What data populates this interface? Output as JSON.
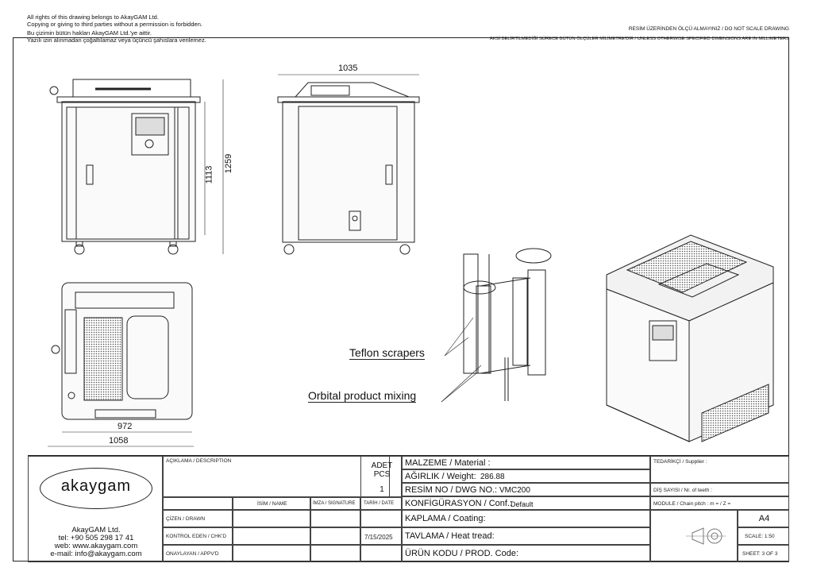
{
  "header": {
    "left_lines": [
      "All rights of this drawing belongs to AkayGAM Ltd.",
      "Copying or giving to third parties without a permission is forbidden.",
      "Bu çizimin bütün hakları AkayGAM Ltd.'ye aittir.",
      "Yazılı izin alınmadan çoğaltılamaz veya üçüncü şahıslara verilemez."
    ],
    "right_line1": "RESİM ÜZERİNDEN ÖLÇÜ ALMAYINIZ / DO NOT SCALE DRAWING",
    "right_line2": "AKSİ BELİRTİLMEDİĞİ SÜRECE BÜTÜN ÖLÇÜLER MİLİMETRE'DİR / UNLESS OTHERWISE SPECIFIED DIMENSIONS ARE IN MILLIMETERS"
  },
  "dimensions": {
    "d1035": "1035",
    "d1113": "1113",
    "d1259": "1259",
    "d972": "972",
    "d1058": "1058"
  },
  "callouts": {
    "teflon": "Teflon scrapers",
    "orbital": "Orbital product mixing"
  },
  "company": {
    "logo_text": "akaygam",
    "name": "AkayGAM Ltd.",
    "tel": "tel: +90 505 298 17 41",
    "web": "web: www.akaygam.com",
    "email": "e-mail: info@akaygam.com"
  },
  "title_block": {
    "description_label": "AÇIKLAMA / DESCRIPTION",
    "qty_label": "ADET PCS",
    "qty_value": "1",
    "material": "MALZEME / Material :",
    "weight_label": "AĞIRLIK / Weight:",
    "weight_value": "286.88",
    "dwg_label": "RESİM NO / DWG NO.:",
    "dwg_value": "VMC200",
    "conf_label": "KONFİGÜRASYON / Conf.:",
    "conf_value": "Default",
    "coating": "KAPLAMA / Coating:",
    "heat": "TAVLAMA / Heat tread:",
    "prod": "ÜRÜN KODU / PROD. Code:",
    "name_col": "İSİM / NAME",
    "sign_col": "İMZA / SIGNATURE",
    "date_col": "TARİH / DATE",
    "drawn": "ÇİZEN / DRAWN",
    "checked": "KONTROL EDEN / CHK'D",
    "approved": "ONAYLAYAN / APPV'D",
    "date_value": "7/15/2025",
    "supplier": "TEDARİKÇİ / Supplier :",
    "teeth": "DİŞ SAYISI / Nr. of teeth :",
    "module": "MODULE / Chain pitch :  m =   / Z =",
    "size": "A4",
    "scale": "SCALE: 1:50",
    "sheet": "SHEET: 3 OF 3"
  }
}
